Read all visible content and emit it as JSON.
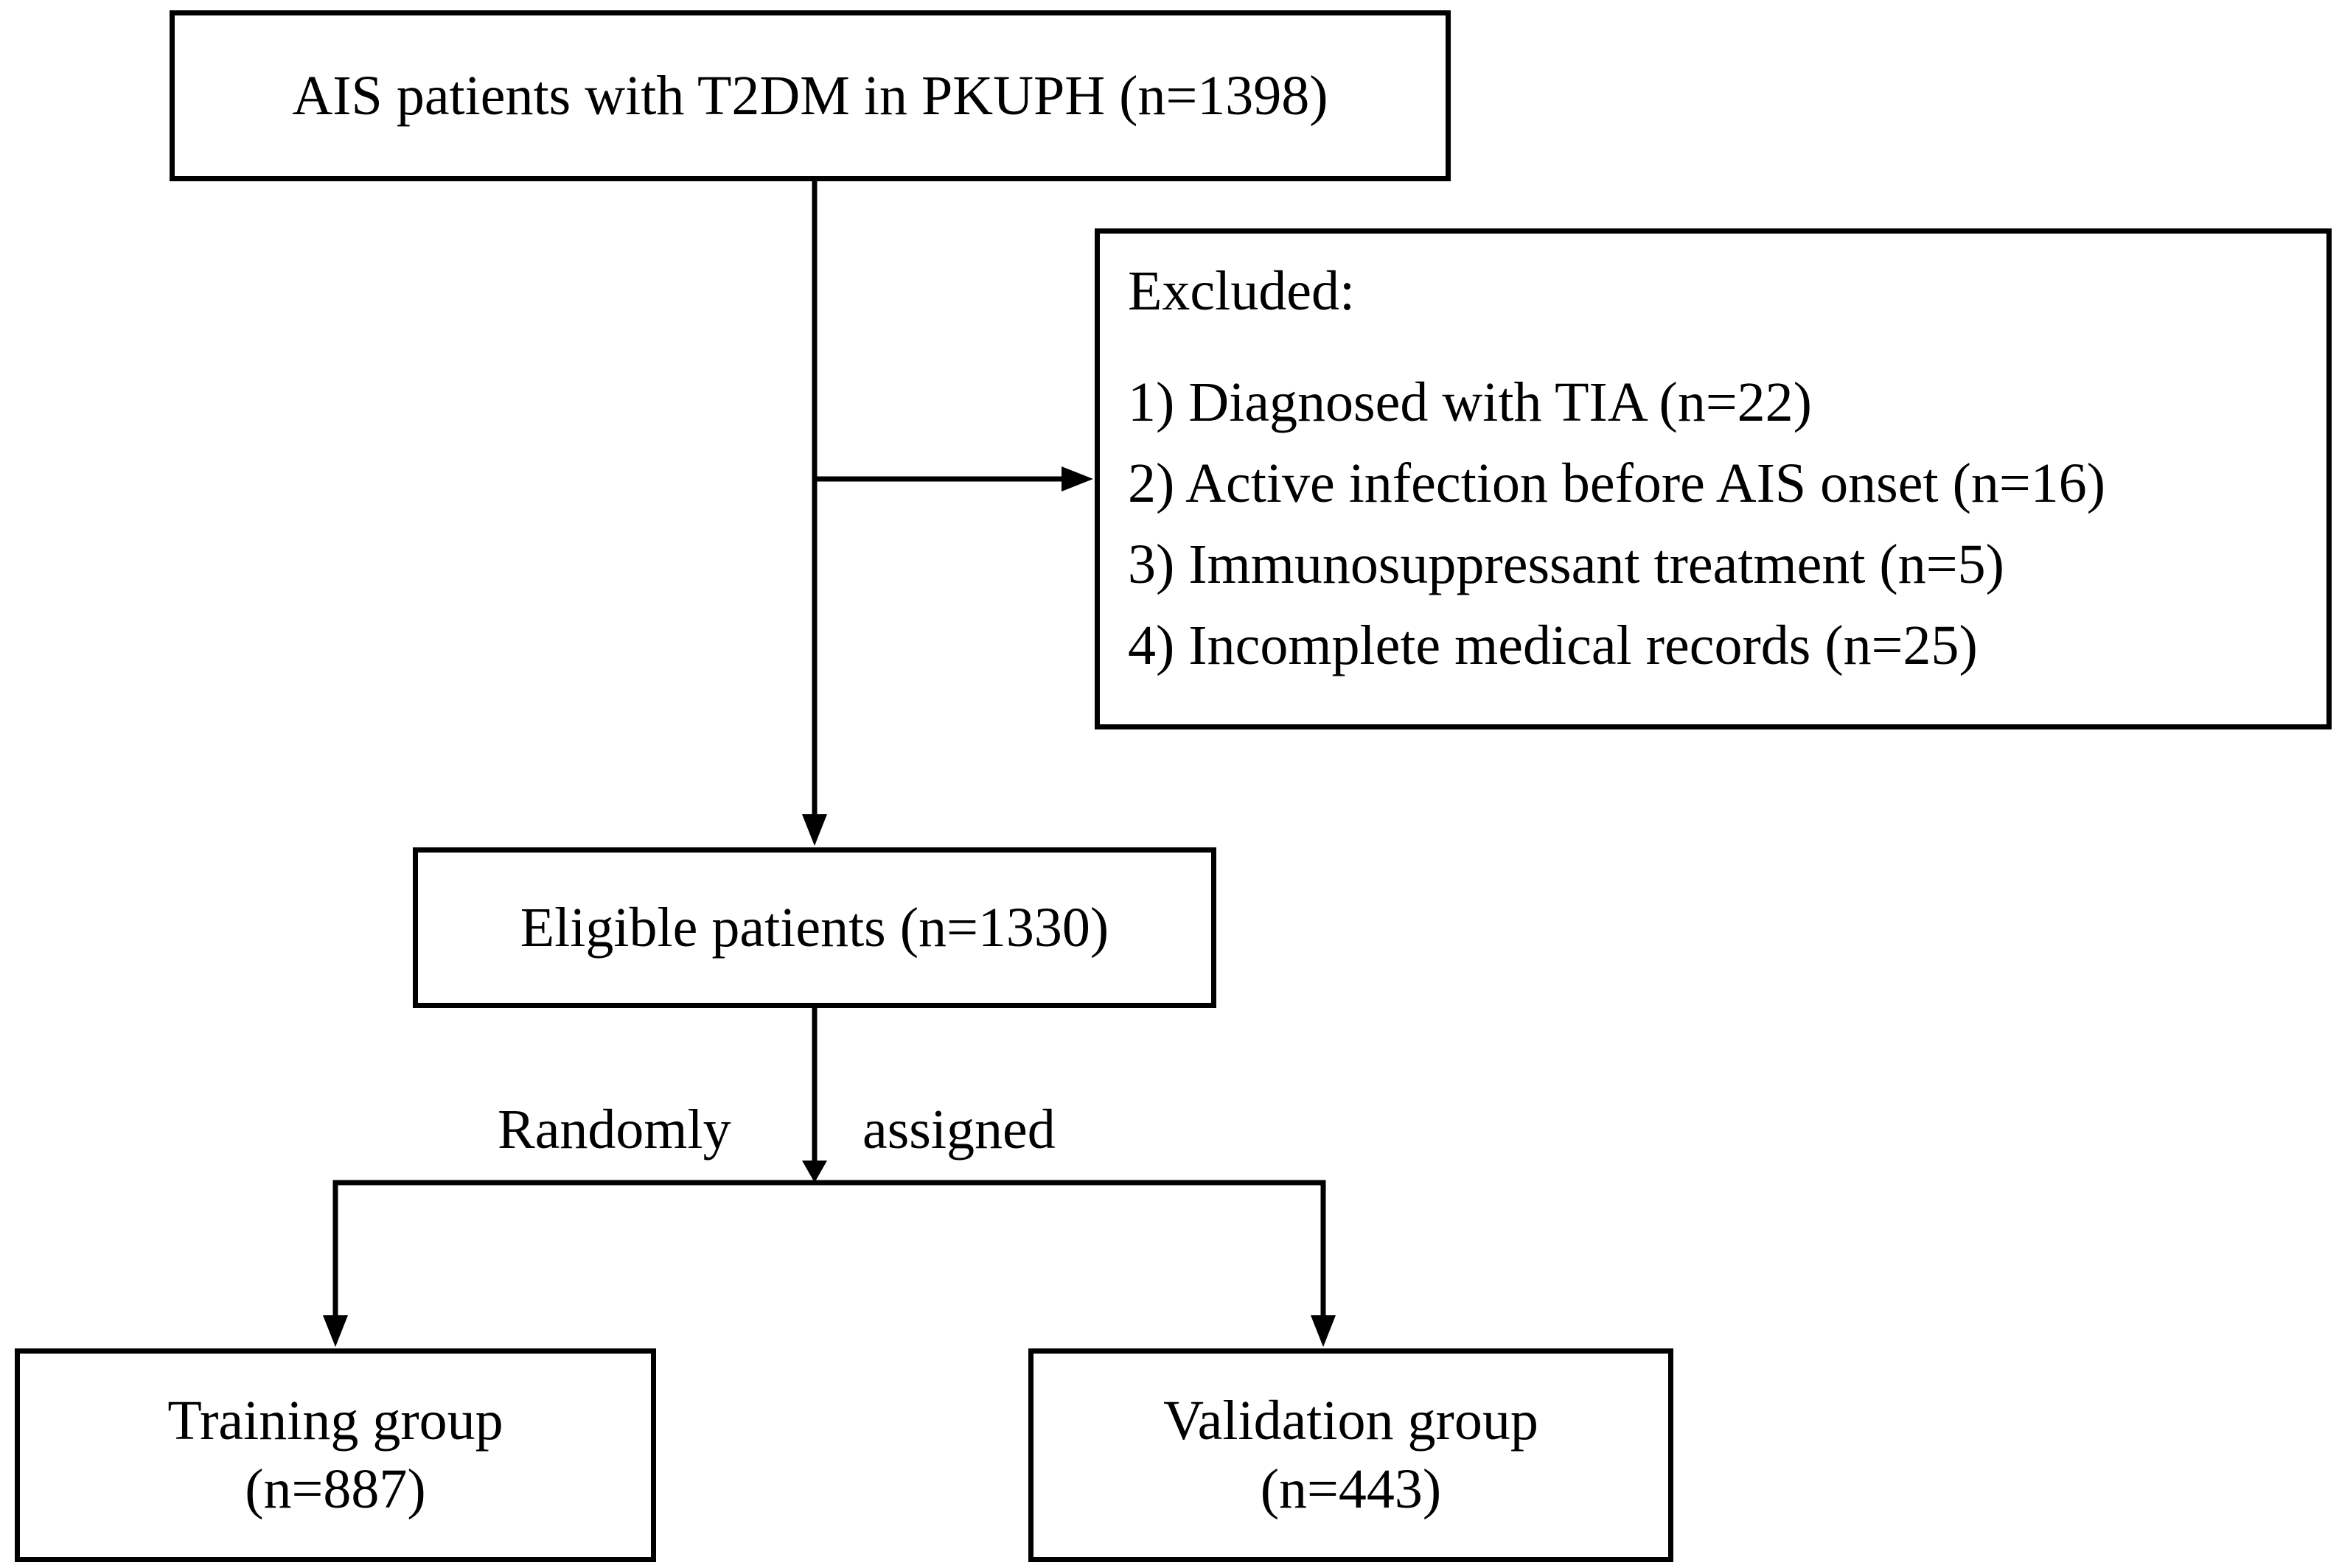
{
  "flowchart": {
    "source_box": {
      "text": "AIS patients with T2DM in PKUPH (n=1398)"
    },
    "excluded_box": {
      "title": "Excluded:",
      "items": [
        "1) Diagnosed with TIA (n=22)",
        "2) Active infection before AIS onset (n=16)",
        "3) Immunosuppressant treatment (n=5)",
        "4) Incomplete medical records (n=25)"
      ]
    },
    "eligible_box": {
      "text": "Eligible patients (n=1330)"
    },
    "split_label": {
      "left": "Randomly",
      "right": "assigned"
    },
    "training_box": {
      "line1": "Training group",
      "line2": "(n=887)"
    },
    "validation_box": {
      "line1": "Validation group",
      "line2": "(n=443)"
    }
  },
  "colors": {
    "line": "#000000",
    "background": "#ffffff"
  }
}
